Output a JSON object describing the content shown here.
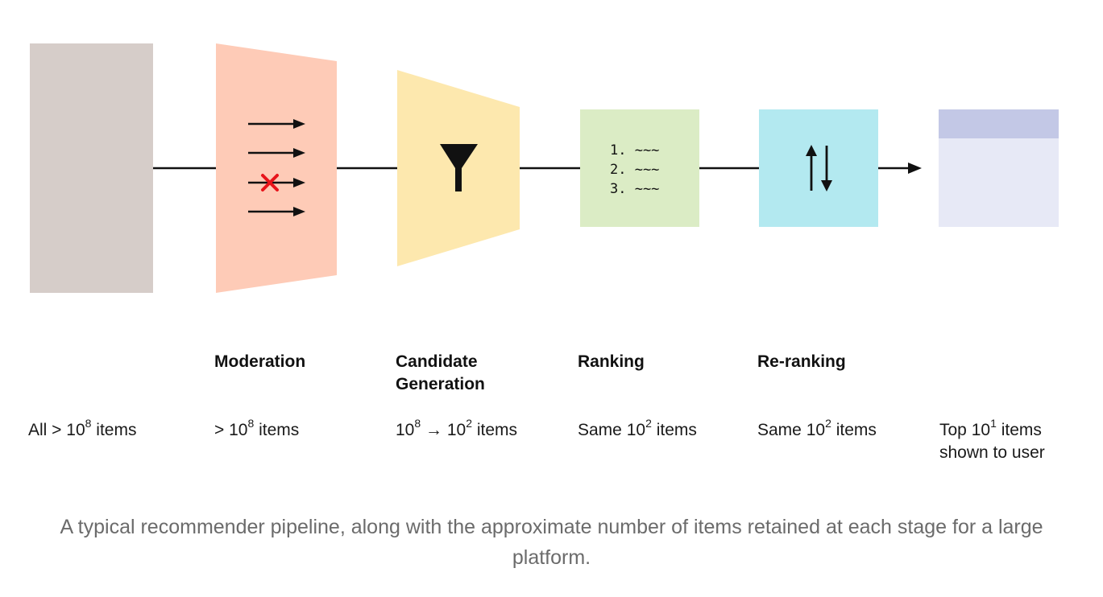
{
  "colors": {
    "all_items": "#d6cdc9",
    "moderation": "#fecbb7",
    "candidate_generation": "#fde8ae",
    "ranking": "#dbecc5",
    "reranking": "#b3e9f0",
    "output_header": "#c3c8e6",
    "output_body": "#e7e9f6",
    "line": "#111111",
    "blocked": "#e8141a",
    "caption": "#6b6b6b"
  },
  "icons": {
    "moderation": "arrows-with-blocked-x-icon",
    "candidate_generation": "funnel-icon",
    "ranking": "numbered-list-icon",
    "reranking": "swap-vertical-icon",
    "output": "result-list-icon"
  },
  "ranking_list": [
    "1. ~~~",
    "2. ~~~",
    "3. ~~~"
  ],
  "stages": {
    "moderation": {
      "title": "Moderation"
    },
    "candidate_generation": {
      "title_line1": "Candidate",
      "title_line2": "Generation"
    },
    "ranking": {
      "title": "Ranking"
    },
    "reranking": {
      "title": "Re-ranking"
    }
  },
  "counts": {
    "all": {
      "prefix": "All > 10",
      "exp": "8",
      "suffix": " items"
    },
    "moderation": {
      "prefix": "> 10",
      "exp": "8",
      "suffix": " items"
    },
    "candidate": {
      "prefix1": "10",
      "exp1": "8",
      "mid": " → 10",
      "exp2": "2",
      "suffix": " items"
    },
    "ranking": {
      "prefix": "Same 10",
      "exp": "2",
      "suffix": " items"
    },
    "reranking": {
      "prefix": "Same 10",
      "exp": "2",
      "suffix": " items"
    },
    "output": {
      "prefix": "Top 10",
      "exp": "1",
      "suffix": " items",
      "line2": "shown to user"
    }
  },
  "caption": "A typical recommender pipeline, along with the approximate number of items retained at each stage for a large platform."
}
